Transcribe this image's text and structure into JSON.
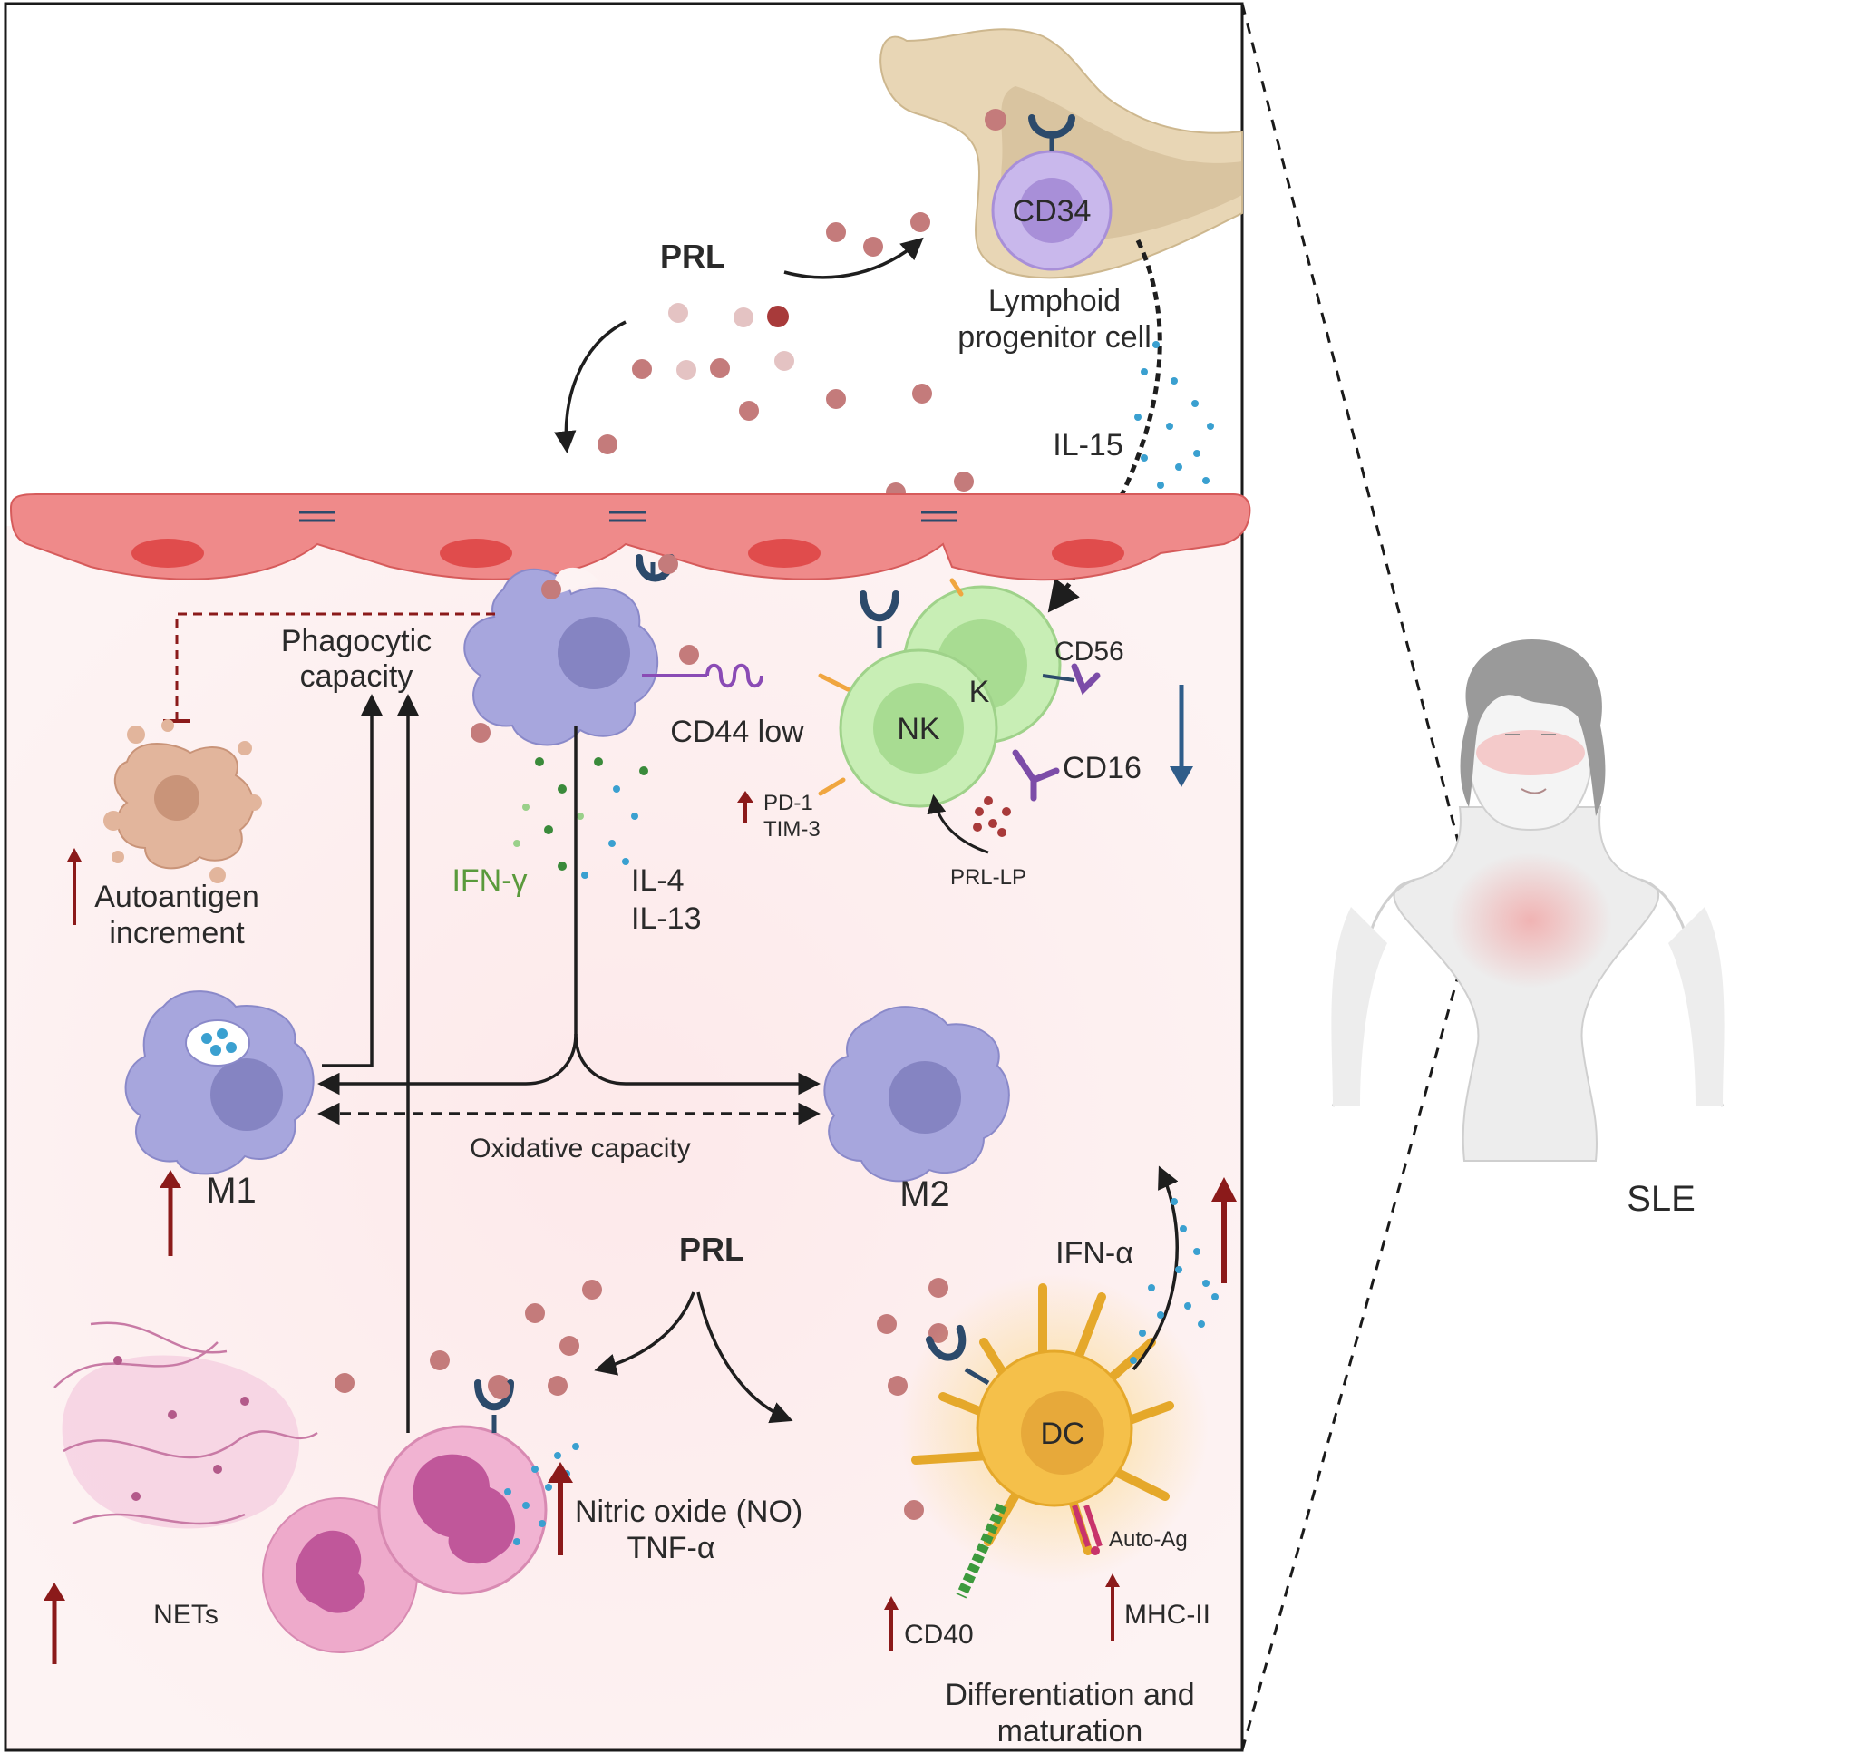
{
  "labels": {
    "prl_top": "PRL",
    "prl_bottom": "PRL",
    "cd34": "CD34",
    "lymphoid_line1": "Lymphoid",
    "lymphoid_line2": "progenitor cell",
    "il15": "IL-15",
    "phagocytic_line1": "Phagocytic",
    "phagocytic_line2": "capacity",
    "cd44": "CD44 low",
    "nk_front": "NK",
    "nk_back": "K",
    "cd56": "CD56",
    "cd16": "CD16",
    "pd1": "PD-1",
    "tim3": "TIM-3",
    "prl_lp": "PRL-LP",
    "autoantigen_line1": "Autoantigen",
    "autoantigen_line2": "increment",
    "ifng": "IFN-γ",
    "il4": "IL-4",
    "il13": "IL-13",
    "m1": "M1",
    "m2": "M2",
    "oxidative": "Oxidative capacity",
    "ifna": "IFN-α",
    "dc": "DC",
    "nitric": "Nitric oxide (NO)",
    "tnfa": "TNF-α",
    "nets": "NETs",
    "auto_ag": "Auto-Ag",
    "cd40": "CD40",
    "mhc2": "MHC-II",
    "diff_line1": "Differentiation and",
    "diff_line2": "maturation",
    "sle": "SLE"
  },
  "colors": {
    "up_arrow": "#8b1a1a",
    "down_arrow": "#2f5d8a",
    "macrophage": "#a7a6dd",
    "nk_cell": "#c8eeb5",
    "dendritic": "#f5c04a",
    "neutrophil": "#f1b3d2",
    "prl_dot": "#c47b7b",
    "endothelium": "#ef8a8a",
    "ifn_gamma_text": "#5a9a3c"
  }
}
